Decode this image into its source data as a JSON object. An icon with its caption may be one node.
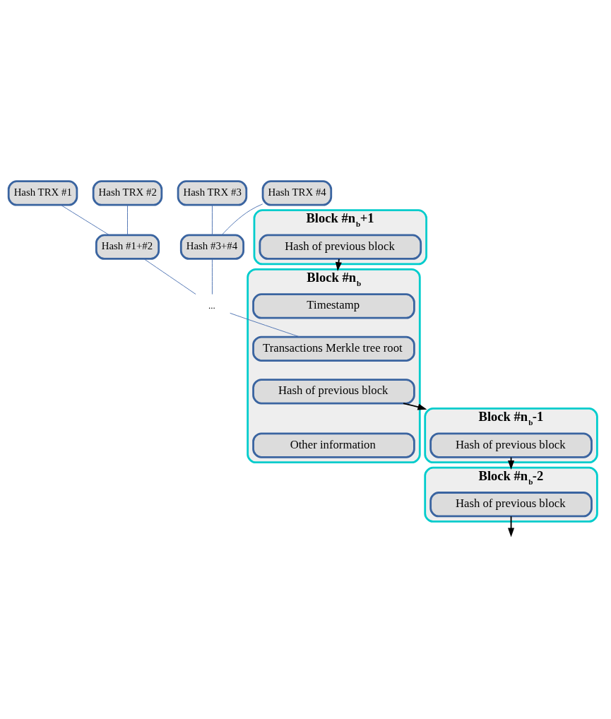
{
  "diagram": {
    "nodes": [
      {
        "text": [
          "Hash TRX #1"
        ]
      },
      {
        "text": [
          "Hash TRX #2"
        ]
      },
      {
        "text": [
          "Hash TRX #3"
        ]
      },
      {
        "text": [
          "Hash TRX #4"
        ]
      },
      {
        "text": [
          "Hash #1+#2"
        ]
      },
      {
        "text": [
          "Hash #3+#4"
        ]
      },
      {
        "text": [
          "..."
        ]
      },
      {
        "text": [
          "Block #n$_{b}$+1"
        ]
      },
      {
        "text": [
          "Hash of previous block"
        ],
        "in": 7
      },
      {
        "text": [
          "Block #n$_{b}$"
        ]
      },
      {
        "text": [
          "Timestamp"
        ],
        "in": 9
      },
      {
        "text": [
          "Transactions Merkle tree root"
        ],
        "in": 9
      },
      {
        "text": [
          "Hash of previous block"
        ],
        "in": 9
      },
      {
        "text": [
          "Other information"
        ],
        "in": 9
      },
      {
        "text": [
          "Block #n$_{b}$-1"
        ]
      },
      {
        "text": [
          "Hash of previous block"
        ],
        "in": 14
      },
      {
        "text": [
          "Block #n$_{b}$-2"
        ]
      },
      {
        "text": [
          "Hash of previous block"
        ],
        "in": 16
      }
    ],
    "edges": [
      {
        "from": 0,
        "to": 4,
        "arrow": "none"
      },
      {
        "from": 1,
        "to": 4,
        "arrow": "none"
      },
      {
        "from": 2,
        "to": 5,
        "arrow": "none"
      },
      {
        "from": 3,
        "to": 5,
        "arrow": "none"
      },
      {
        "from": 4,
        "to": 6,
        "arrow": "none"
      },
      {
        "from": 5,
        "to": 6,
        "arrow": "none"
      },
      {
        "from": 6,
        "to": 11,
        "arrow": "none"
      },
      {
        "from": 8,
        "to": 9,
        "arrow": "to",
        "color": "#000000"
      },
      {
        "from": 12,
        "to": 14,
        "arrow": "to",
        "color": "#000000"
      },
      {
        "from": 15,
        "to": 16,
        "arrow": "to",
        "color": "#000000"
      },
      {
        "from": 17,
        "to": null,
        "arrow": "to",
        "color": "#000000"
      }
    ]
  }
}
